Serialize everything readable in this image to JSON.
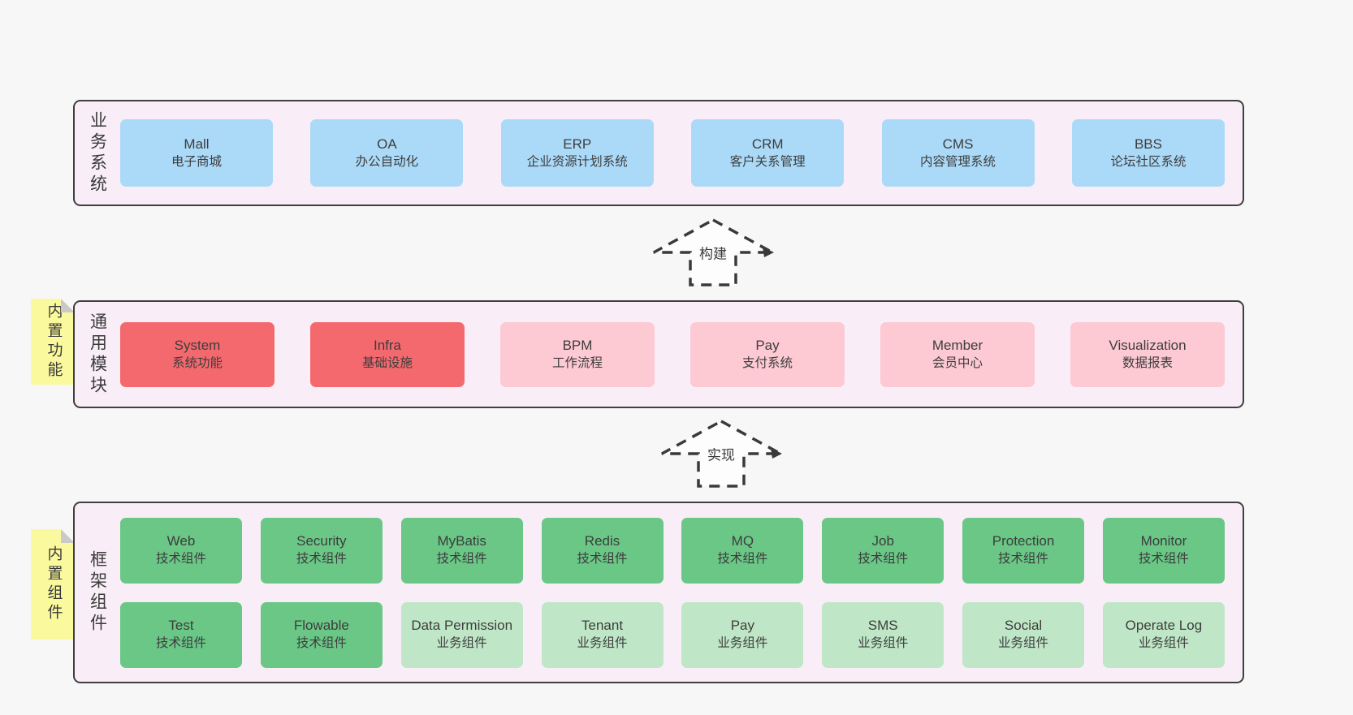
{
  "colors": {
    "page_bg": "#f7f7f7",
    "panel_bg": "#f9eef7",
    "panel_border": "#3f3f3f",
    "business_system_box": "#abdaf8",
    "core_module_box": "#f4696e",
    "optional_module_box": "#fdc9d3",
    "tech_component_box": "#6ac786",
    "biz_component_box": "#bfe7c7",
    "sticky_note": "#fbf99d",
    "sticky_fold": "#c9c9c9",
    "text": "#3d3d3d",
    "arrow_stroke": "#3a3a3a"
  },
  "arrows": {
    "build": "构建",
    "implement": "实现"
  },
  "band1": {
    "label": "业务系统",
    "boxes": [
      {
        "name": "Mall",
        "sub": "电子商城"
      },
      {
        "name": "OA",
        "sub": "办公自动化"
      },
      {
        "name": "ERP",
        "sub": "企业资源计划系统"
      },
      {
        "name": "CRM",
        "sub": "客户关系管理"
      },
      {
        "name": "CMS",
        "sub": "内容管理系统"
      },
      {
        "name": "BBS",
        "sub": "论坛社区系统"
      }
    ]
  },
  "band2": {
    "label": "通用模块",
    "sticky": "内置功能",
    "boxes": [
      {
        "name": "System",
        "sub": "系统功能"
      },
      {
        "name": "Infra",
        "sub": "基础设施"
      },
      {
        "name": "BPM",
        "sub": "工作流程"
      },
      {
        "name": "Pay",
        "sub": "支付系统"
      },
      {
        "name": "Member",
        "sub": "会员中心"
      },
      {
        "name": "Visualization",
        "sub": "数据报表"
      }
    ]
  },
  "band3": {
    "label": "框架组件",
    "sticky": "内置组件",
    "row1": [
      {
        "name": "Web",
        "sub": "技术组件"
      },
      {
        "name": "Security",
        "sub": "技术组件"
      },
      {
        "name": "MyBatis",
        "sub": "技术组件"
      },
      {
        "name": "Redis",
        "sub": "技术组件"
      },
      {
        "name": "MQ",
        "sub": "技术组件"
      },
      {
        "name": "Job",
        "sub": "技术组件"
      },
      {
        "name": "Protection",
        "sub": "技术组件"
      },
      {
        "name": "Monitor",
        "sub": "技术组件"
      }
    ],
    "row2": [
      {
        "name": "Test",
        "sub": "技术组件"
      },
      {
        "name": "Flowable",
        "sub": "技术组件"
      },
      {
        "name": "Data Permission",
        "sub": "业务组件"
      },
      {
        "name": "Tenant",
        "sub": "业务组件"
      },
      {
        "name": "Pay",
        "sub": "业务组件"
      },
      {
        "name": "SMS",
        "sub": "业务组件"
      },
      {
        "name": "Social",
        "sub": "业务组件"
      },
      {
        "name": "Operate Log",
        "sub": "业务组件"
      }
    ]
  }
}
